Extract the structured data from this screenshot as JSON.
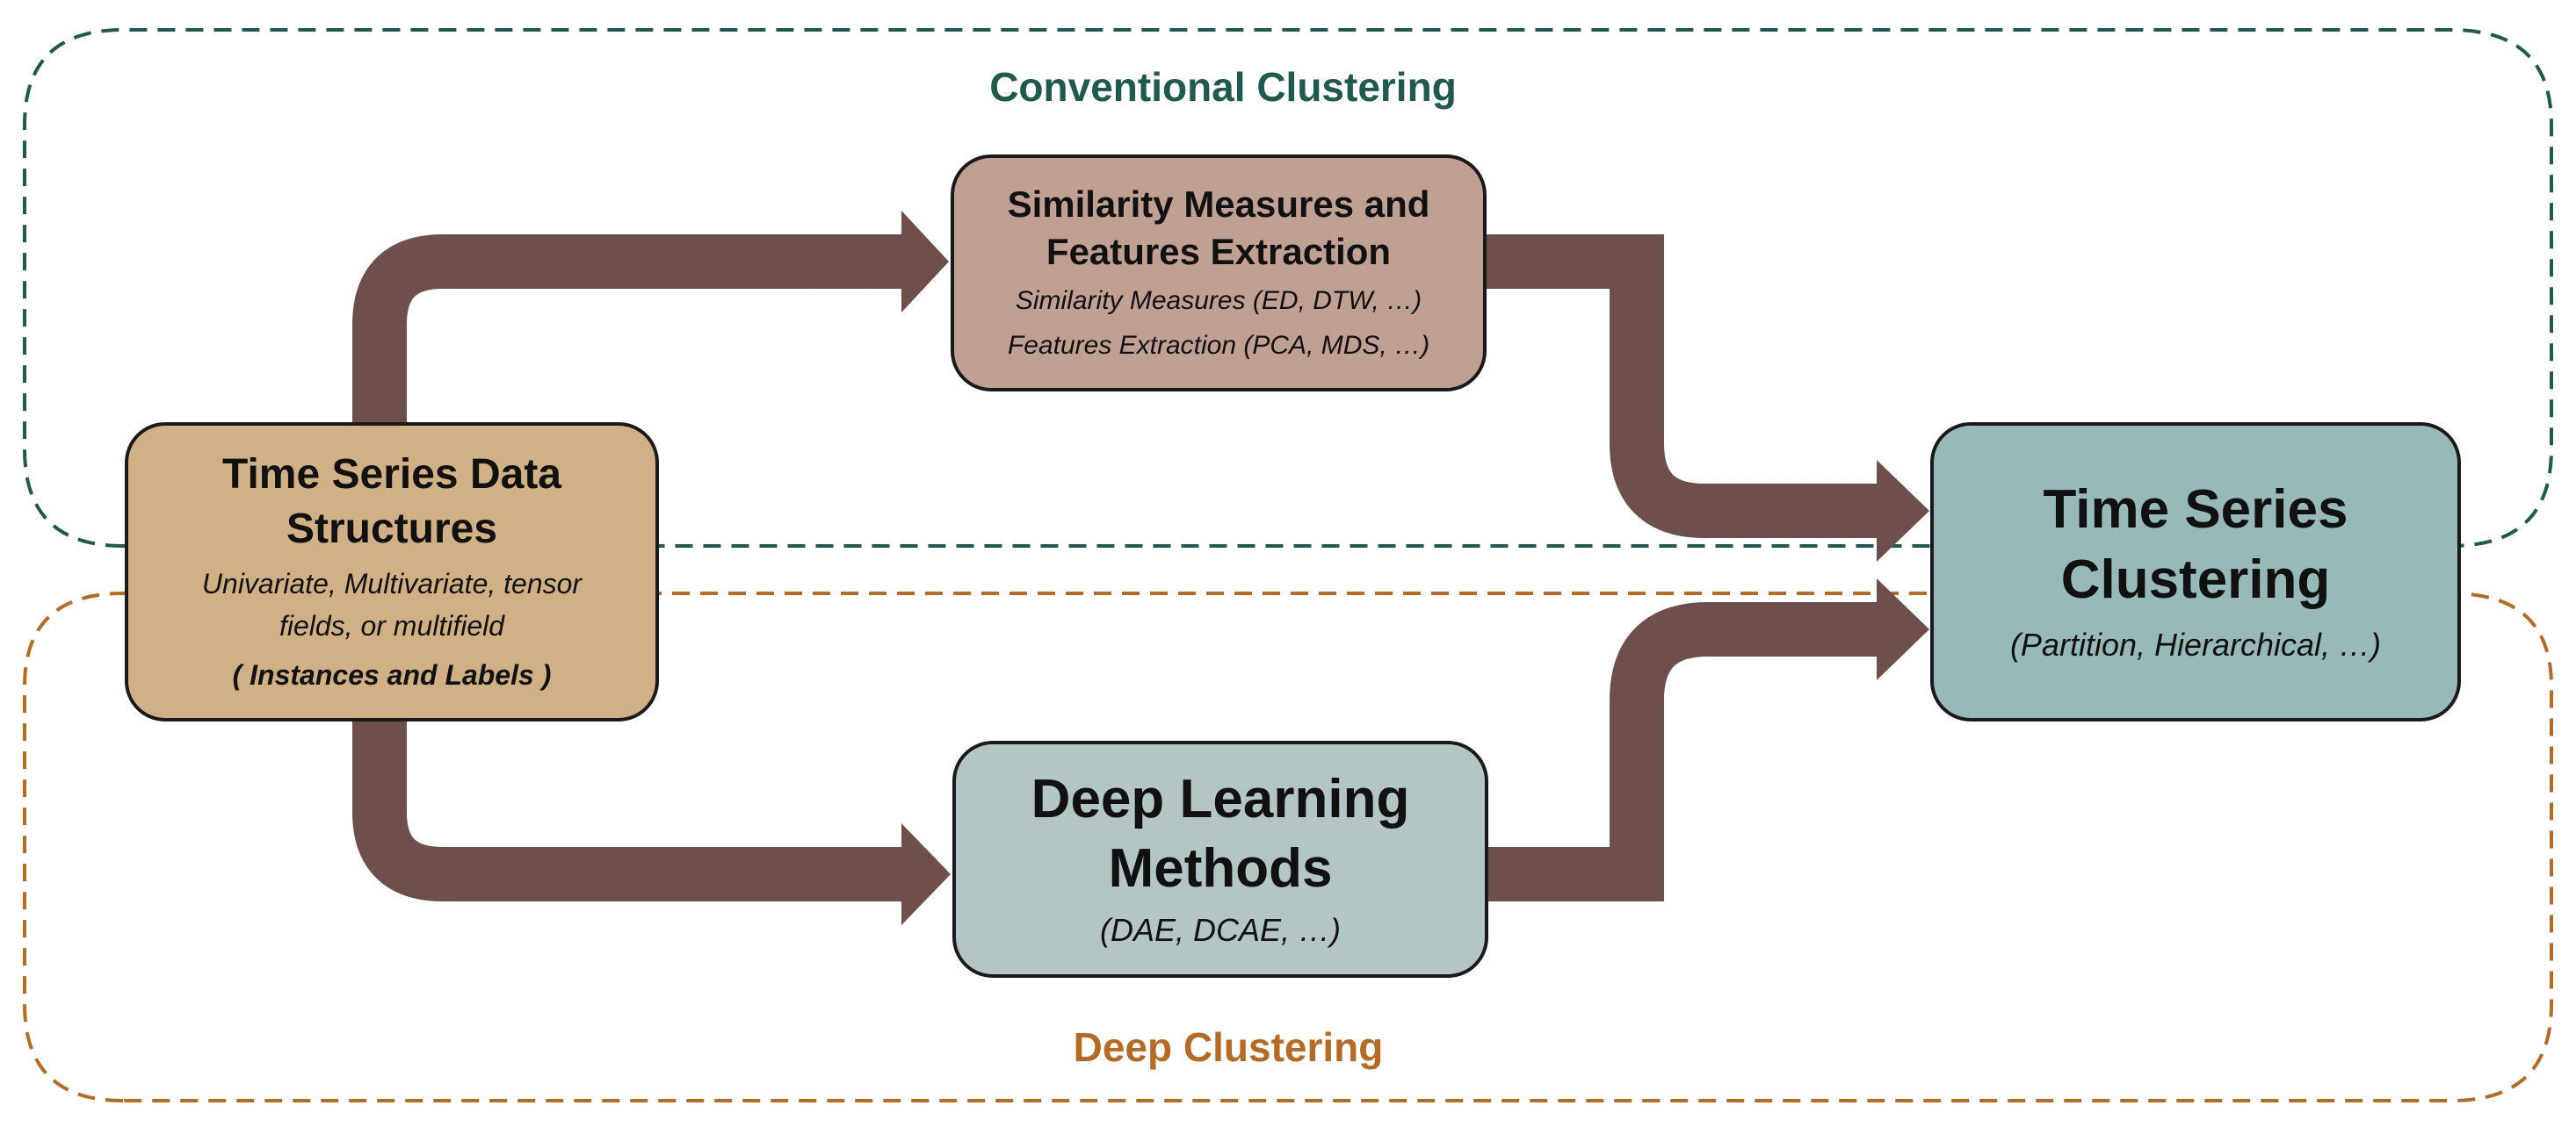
{
  "regions": {
    "conventional": {
      "label": "Conventional Clustering",
      "color": "#1e5a4e"
    },
    "deep": {
      "label": "Deep Clustering",
      "color": "#b86a22"
    }
  },
  "nodes": {
    "data_structures": {
      "title_line1": "Time Series Data",
      "title_line2": "Structures",
      "sub_line1": "Univariate, Multivariate, tensor",
      "sub_line2": "fields, or multifield",
      "sub_line3": "( Instances and Labels )",
      "fill": "#d1b085"
    },
    "similarity": {
      "title_line1": "Similarity Measures and",
      "title_line2": "Features Extraction",
      "sub_line1": "Similarity Measures (ED, DTW, …)",
      "sub_line2": "Features Extraction (PCA, MDS, …)",
      "fill": "#bfa092"
    },
    "deep_learning": {
      "title_line1": "Deep Learning",
      "title_line2": "Methods",
      "sub_line1": "(DAE, DCAE, …)",
      "fill": "#b4c5c5"
    },
    "ts_clustering": {
      "title_line1": "Time Series",
      "title_line2": "Clustering",
      "sub_line1": "(Partition, Hierarchical, …)",
      "fill": "#97bab8"
    }
  },
  "arrow_color": "#6f4f4c"
}
